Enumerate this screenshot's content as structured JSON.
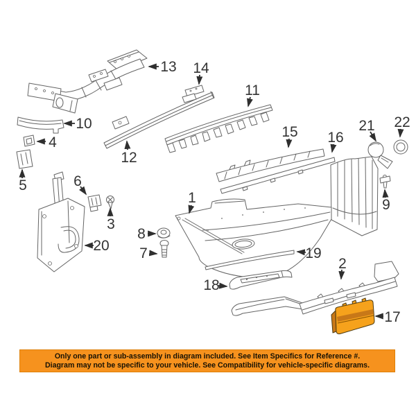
{
  "diagram": {
    "description": "Exploded rear bumper parts diagram",
    "line_color": "#646464",
    "label_color": "#333333",
    "highlight": {
      "fill": "#F6A21C",
      "shade": "#C87818",
      "edge": "#4c3a12"
    },
    "callouts": [
      {
        "num": "1"
      },
      {
        "num": "2"
      },
      {
        "num": "3"
      },
      {
        "num": "4"
      },
      {
        "num": "5"
      },
      {
        "num": "6"
      },
      {
        "num": "7"
      },
      {
        "num": "8"
      },
      {
        "num": "9"
      },
      {
        "num": "10"
      },
      {
        "num": "11"
      },
      {
        "num": "12"
      },
      {
        "num": "13"
      },
      {
        "num": "14"
      },
      {
        "num": "15"
      },
      {
        "num": "16"
      },
      {
        "num": "17"
      },
      {
        "num": "18"
      },
      {
        "num": "19"
      },
      {
        "num": "20"
      },
      {
        "num": "21"
      },
      {
        "num": "22"
      }
    ]
  },
  "banner": {
    "bg_color": "#F6921E",
    "border_color": "#DE7F08",
    "text_color": "#181204",
    "line1": "Only one part or sub-assembly in diagram included. See Item Specifics for Reference #.",
    "line2": "Diagram may not be specific to your vehicle. See Compatibility for vehicle-specific diagrams."
  }
}
